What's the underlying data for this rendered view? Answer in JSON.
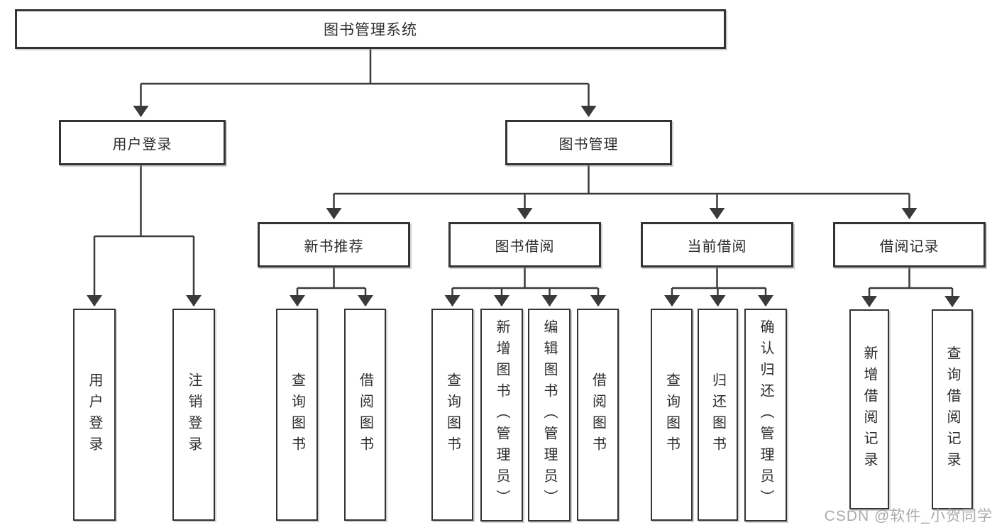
{
  "diagram": {
    "root": {
      "label": "图书管理系统"
    },
    "user_login": {
      "label": "用户登录",
      "children": [
        {
          "label": "用户登录"
        },
        {
          "label": "注销登录"
        }
      ]
    },
    "book_management": {
      "label": "图书管理",
      "sections": [
        {
          "label": "新书推荐",
          "children": [
            {
              "label": "查询图书"
            },
            {
              "label": "借阅图书"
            }
          ]
        },
        {
          "label": "图书借阅",
          "children": [
            {
              "label": "查询图书"
            },
            {
              "label": "新增图书（管理员）"
            },
            {
              "label": "编辑图书（管理员）"
            },
            {
              "label": "借阅图书"
            }
          ]
        },
        {
          "label": "当前借阅",
          "children": [
            {
              "label": "查询图书"
            },
            {
              "label": "归还图书"
            },
            {
              "label": "确认归还（管理员）"
            }
          ]
        },
        {
          "label": "借阅记录",
          "children": [
            {
              "label": "新增借阅记录"
            },
            {
              "label": "查询借阅记录"
            }
          ]
        }
      ]
    }
  },
  "watermark": {
    "text": "CSDN @软件_小贺同学",
    "color": "#a4a4a4"
  },
  "colors": {
    "line": "#3a3a3a",
    "box_border": "#333333",
    "box_fill": "#ffffff",
    "text": "#2d2d2d"
  }
}
